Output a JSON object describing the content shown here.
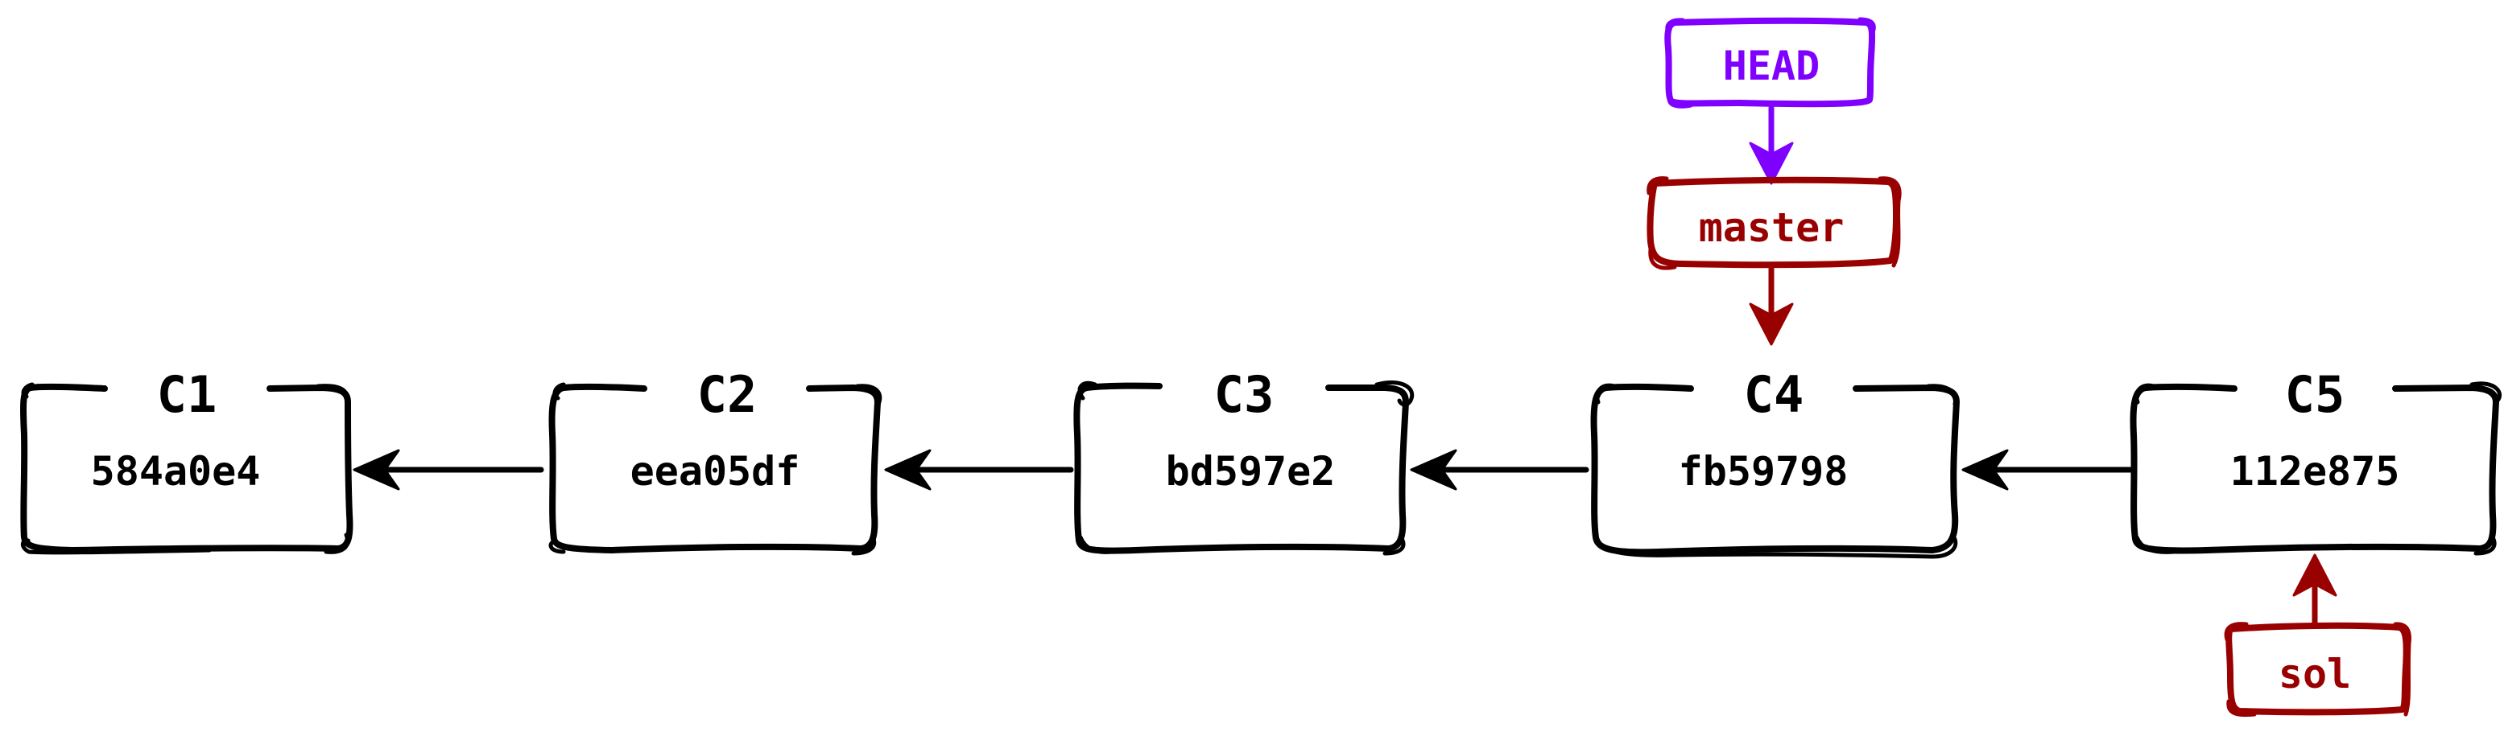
{
  "colors": {
    "ink": "#000000",
    "head": "#7f00ff",
    "branch": "#990000",
    "background": "#ffffff"
  },
  "commits": [
    {
      "id": "C1",
      "hash": "584a0e4"
    },
    {
      "id": "C2",
      "hash": "eea05df"
    },
    {
      "id": "C3",
      "hash": "bd597e2"
    },
    {
      "id": "C4",
      "hash": "fb59798"
    },
    {
      "id": "C5",
      "hash": "112e875"
    }
  ],
  "refs": {
    "head": {
      "label": "HEAD"
    },
    "master": {
      "label": "master"
    },
    "sol": {
      "label": "sol"
    }
  }
}
